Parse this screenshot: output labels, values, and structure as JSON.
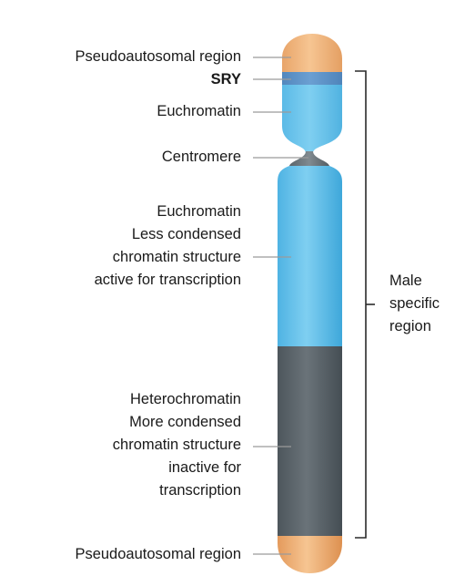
{
  "labels": {
    "pseudo_top": "Pseudoautosomal region",
    "sry": "SRY",
    "euchromatin_top": "Euchromatin",
    "centromere": "Centromere",
    "euchromatin_lower": "Euchromatin\nLess condensed\nchromatin structure\nactive for transcription",
    "heterochromatin": "Heterochromatin\nMore condensed\nchromatin structure\ninactive for\ntranscription",
    "pseudo_bottom": "Pseudoautosomal region",
    "male_specific": "Male\nspecific\nregion"
  },
  "colors": {
    "pseudoautosomal": "#f0b27a",
    "sry_band": "#5b8fc4",
    "euchromatin": "#6ec6ec",
    "heterochromatin": "#5d666c",
    "centromere": "#6d767c",
    "leader": "#9a9a9a",
    "bracket": "#2a2a2a"
  }
}
